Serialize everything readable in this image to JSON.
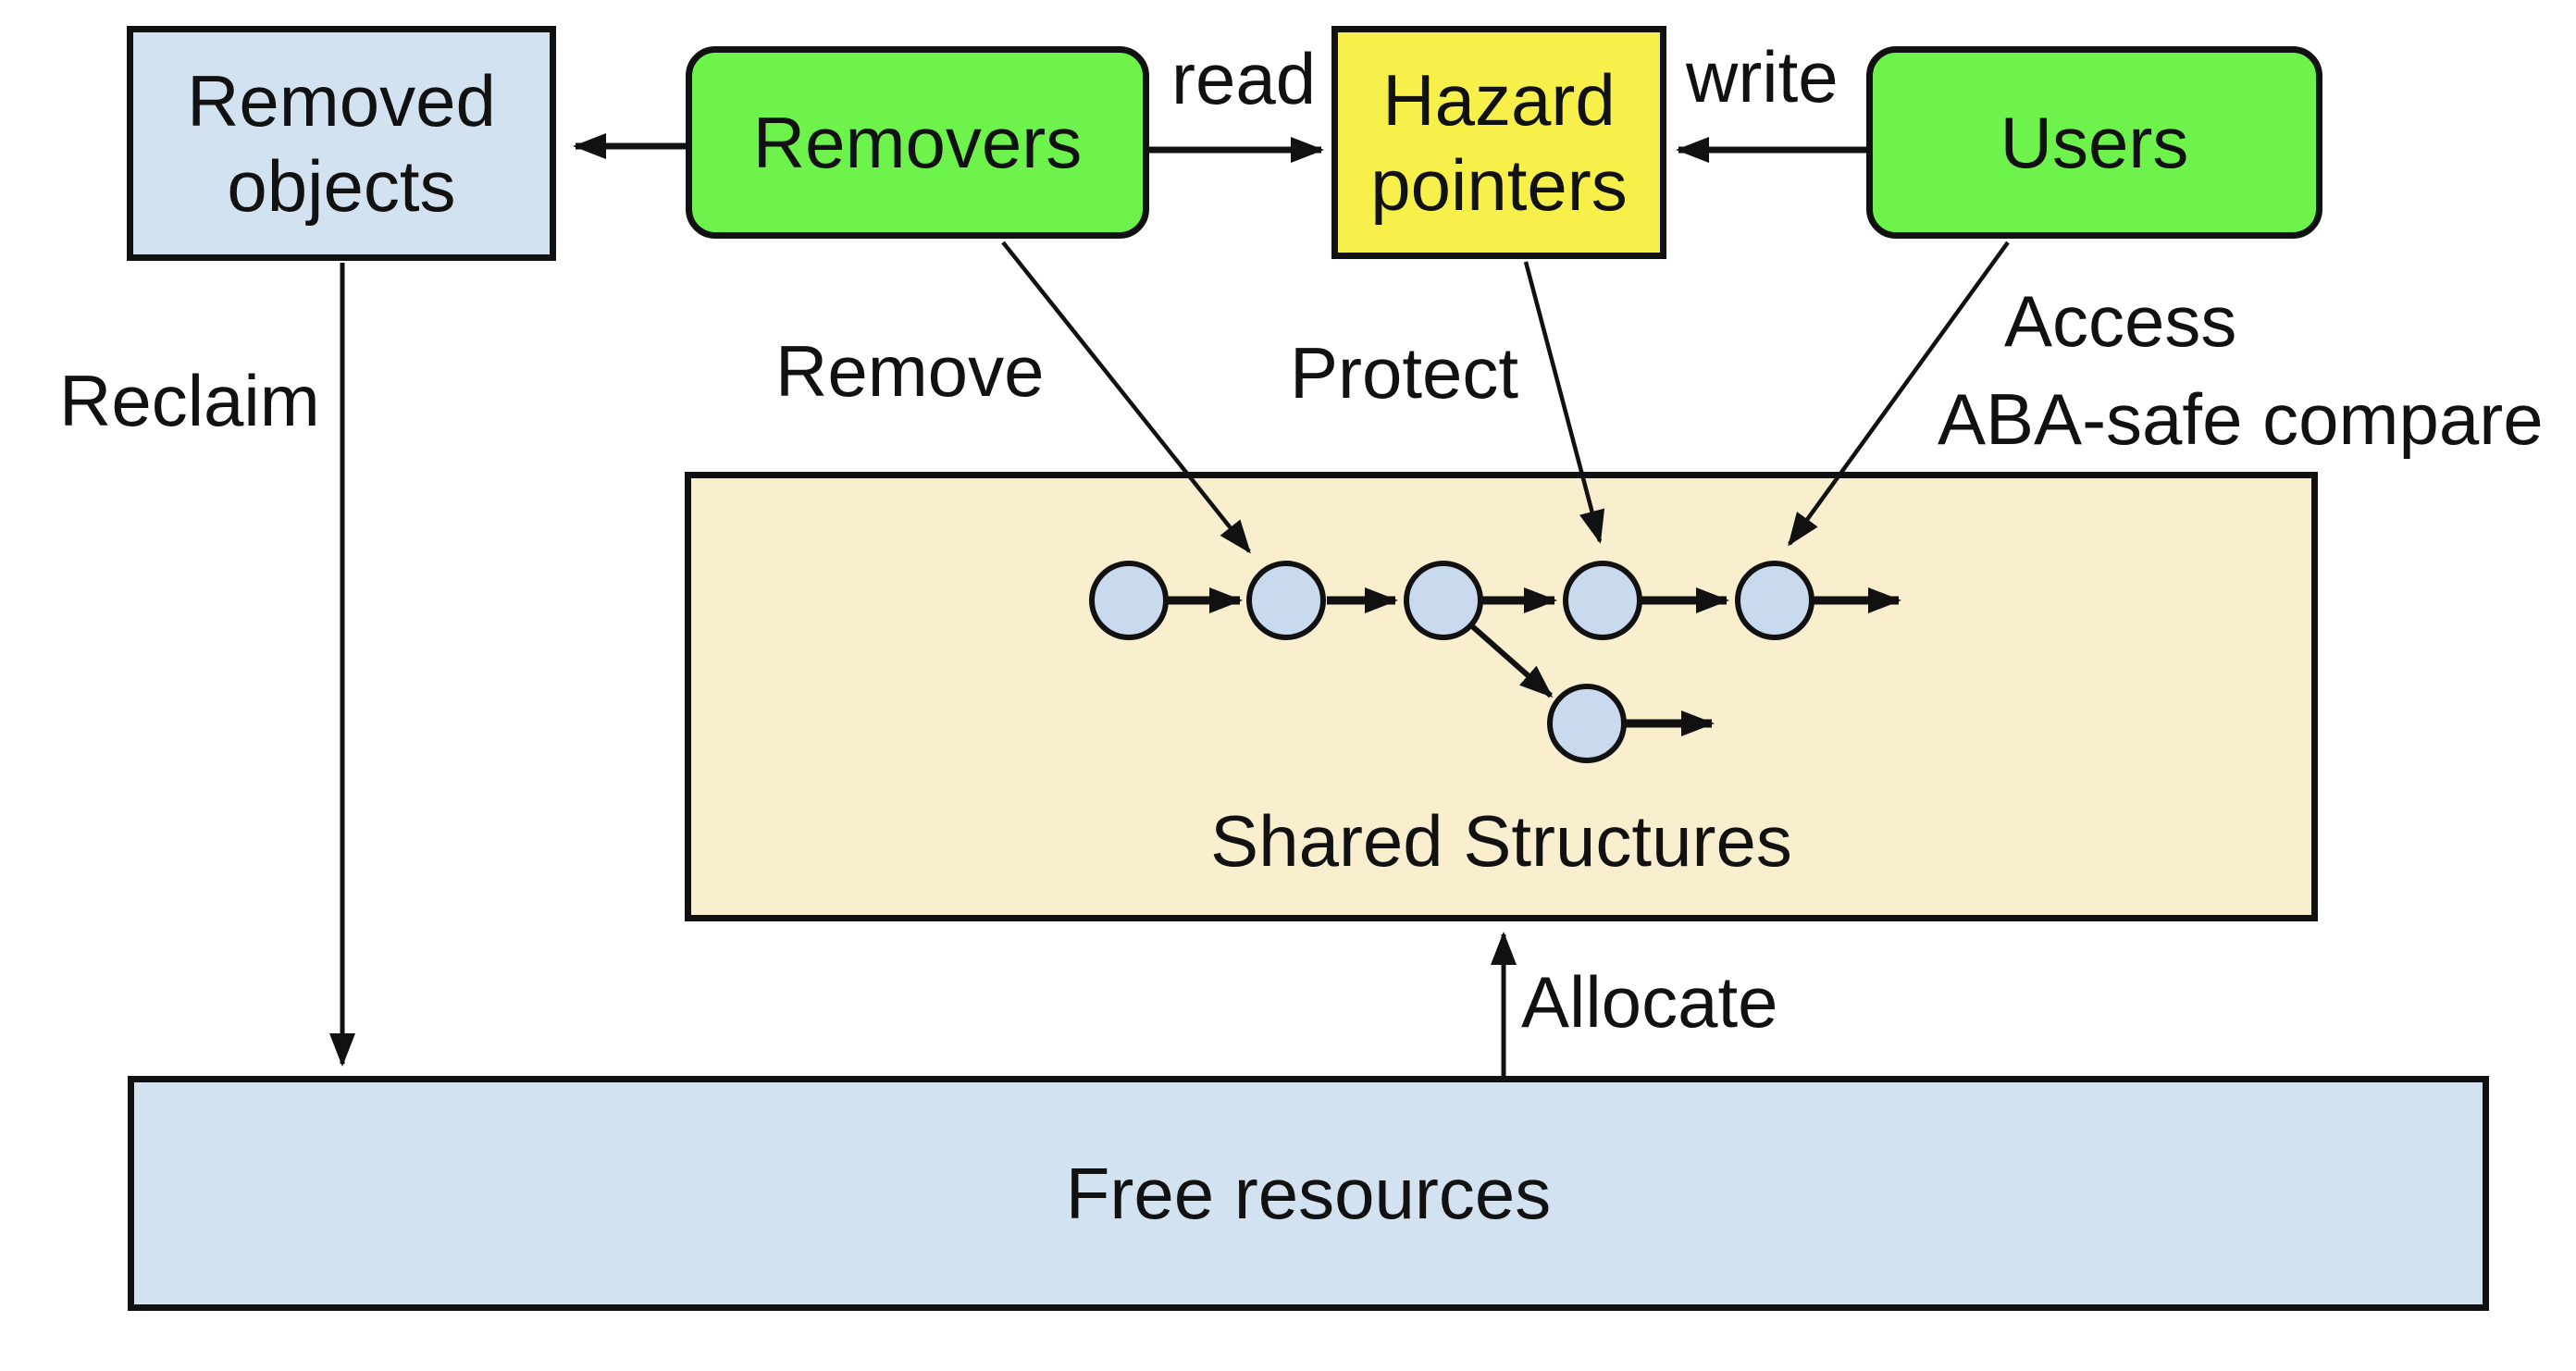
{
  "diagram": {
    "boxes": {
      "removed_objects": {
        "label": "Removed objects"
      },
      "removers": {
        "label": "Removers"
      },
      "hazard_pointers": {
        "label": "Hazard pointers"
      },
      "users": {
        "label": "Users"
      },
      "shared_structures": {
        "label": "Shared Structures"
      },
      "free_resources": {
        "label": "Free resources"
      }
    },
    "edge_labels": {
      "read": "read",
      "write": "write",
      "reclaim": "Reclaim",
      "remove": "Remove",
      "protect": "Protect",
      "access": "Access",
      "aba_safe": "ABA-safe compare",
      "allocate": "Allocate"
    },
    "linked_list": {
      "main_chain_nodes": 5,
      "branch_nodes": 1,
      "branch_from_node": 3
    },
    "colors": {
      "box_blue": "#d2e2f0",
      "box_green": "#6ef24c",
      "box_yellow": "#f7f04a",
      "box_tan": "#f9efcf",
      "node_fill": "#c9daee",
      "line": "#111111",
      "background": "#ffffff"
    }
  }
}
